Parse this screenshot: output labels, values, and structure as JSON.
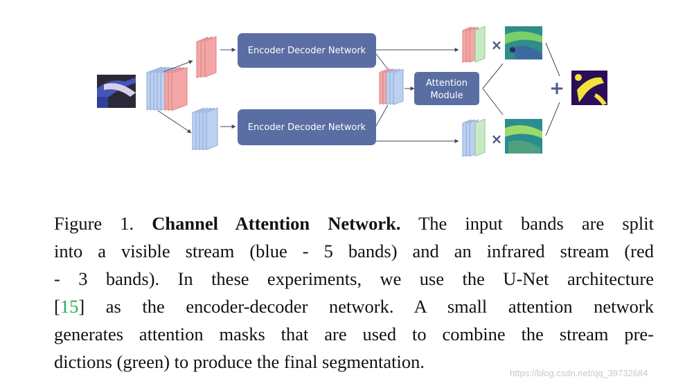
{
  "figure": {
    "enc_dec_label": "Encoder Decoder Network",
    "attention_label_line1": "Attention",
    "attention_label_line2": "Module",
    "multiply_symbol": "×",
    "plus_symbol": "+"
  },
  "caption": {
    "prefix": "Figure 1. ",
    "title": "Channel Attention Network.",
    "line1_rest": " The input bands are split",
    "line2": "into a visible stream (blue - 5 bands) and an infrared stream (red",
    "line3": "- 3 bands).  In these experiments, we use the U-Net architecture",
    "line4_open": "[",
    "line4_cite": "15",
    "line4_rest": "] as the encoder-decoder network.  A small attention network",
    "line5": "generates attention masks that are used to combine the stream pre-",
    "line6": "dictions (green) to produce the final segmentation."
  },
  "watermark": "https://blog.csdn.net/qq_39732684",
  "colors": {
    "box_fill": "#5a6ea3",
    "red_band": "#f4a6a6",
    "blue_band": "#bcd0f0",
    "green_band": "#c9eac5",
    "citation": "#22b14c"
  }
}
